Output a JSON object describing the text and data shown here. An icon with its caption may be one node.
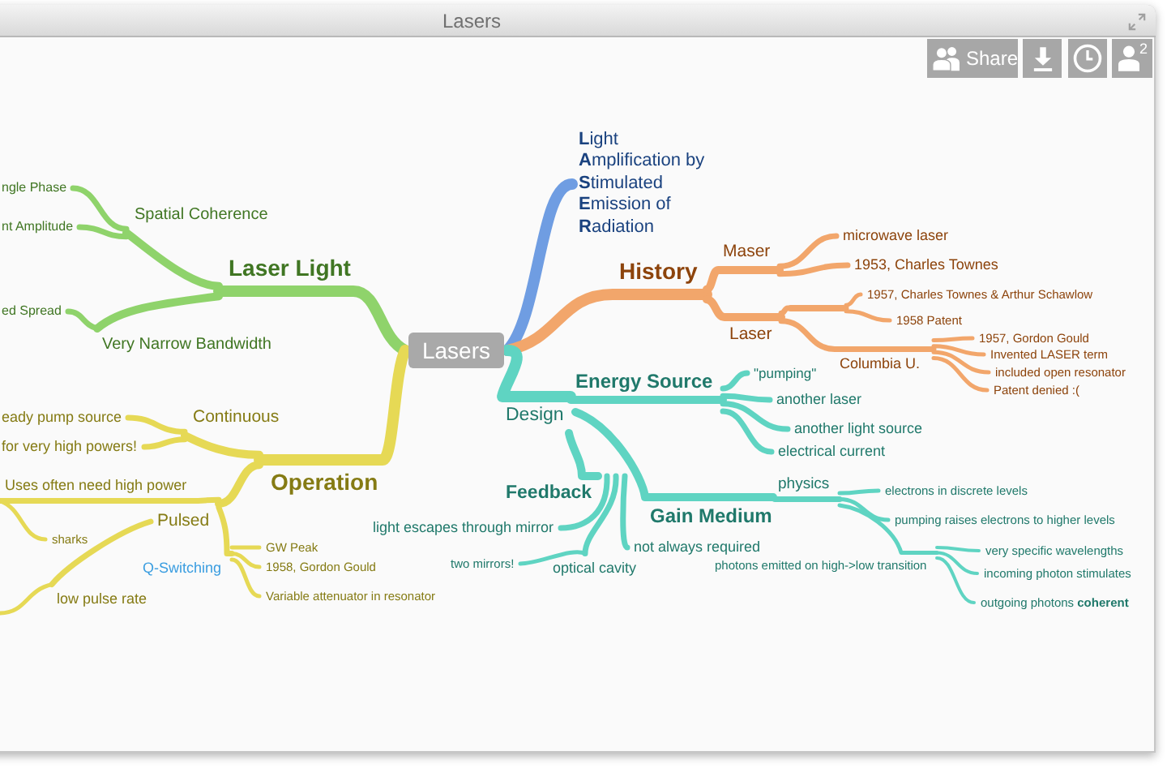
{
  "diagram": {
    "title": "Lasers",
    "nodes": [
      {
        "text": [
          "Lasers"
        ]
      },
      {
        "text": [
          "**L**ight **A**mplification by **S**timulated **E**mission of **R**adiation"
        ]
      },
      {
        "text": [
          "History"
        ]
      },
      {
        "text": [
          "Maser"
        ]
      },
      {
        "text": [
          "microwave laser"
        ]
      },
      {
        "text": [
          "1953, Charles Townes"
        ]
      },
      {
        "text": [
          "Laser"
        ]
      },
      {
        "text": [],
        "shape": "bar"
      },
      {
        "text": [
          "1957, Charles Townes & Arthur Schawlow"
        ]
      },
      {
        "text": [
          "1958 Patent"
        ]
      },
      {
        "text": [
          "Columbia U."
        ]
      },
      {
        "text": [
          "1957, Gordon Gould"
        ]
      },
      {
        "text": [
          "Invented LASER term"
        ]
      },
      {
        "text": [
          "included open resonator"
        ]
      },
      {
        "text": [
          "Patent denied :("
        ]
      },
      {
        "text": [
          "Design"
        ]
      },
      {
        "text": [
          "Energy Source"
        ]
      },
      {
        "text": [
          "\"pumping\""
        ]
      },
      {
        "text": [
          "another laser"
        ]
      },
      {
        "text": [
          "another light source"
        ]
      },
      {
        "text": [
          "electrical current"
        ]
      },
      {
        "text": [
          "Feedback"
        ]
      },
      {
        "text": [
          "light escapes through mirror"
        ]
      },
      {
        "text": [
          "optical cavity"
        ]
      },
      {
        "text": [
          "two mirrors!"
        ]
      },
      {
        "text": [
          "not always required"
        ]
      },
      {
        "text": [
          "Gain Medium"
        ]
      },
      {
        "text": [
          "physics"
        ]
      },
      {
        "text": [
          "electrons in discrete levels"
        ]
      },
      {
        "text": [
          "pumping raises electrons to higher levels"
        ]
      },
      {
        "text": [
          "photons emitted on high->low transition"
        ]
      },
      {
        "text": [
          "very specific wavelengths"
        ]
      },
      {
        "text": [
          "incoming photon stimulates"
        ]
      },
      {
        "text": [
          "outgoing photons **coherent**"
        ]
      },
      {
        "text": [
          "Laser Light"
        ]
      },
      {
        "text": [
          "Spatial Coherence"
        ]
      },
      {
        "text": [
          "ngle Phase"
        ]
      },
      {
        "text": [
          "nt Amplitude"
        ]
      },
      {
        "text": [
          "Very Narrow Bandwidth"
        ]
      },
      {
        "text": [
          "ed Spread"
        ]
      },
      {
        "text": [
          "Operation"
        ]
      },
      {
        "text": [
          "Continuous"
        ]
      },
      {
        "text": [
          "eady pump source"
        ]
      },
      {
        "text": [
          "for very high powers!"
        ]
      },
      {
        "text": [
          "Pulsed"
        ]
      },
      {
        "text": [
          "Uses often need high power"
        ]
      },
      {
        "text": [
          "sharks"
        ]
      },
      {
        "text": [
          "Q-Switching"
        ]
      },
      {
        "text": [
          "GW Peak"
        ]
      },
      {
        "text": [
          "1958, Gordon Gould"
        ]
      },
      {
        "text": [
          "Variable attenuator in resonator"
        ]
      },
      {
        "text": [
          "low pulse rate"
        ]
      }
    ],
    "edges": [
      {
        "from": 0,
        "to": 1,
        "arrow": "none",
        "style": "thick",
        "color": "#6f9de2"
      },
      {
        "from": 0,
        "to": 2,
        "arrow": "none",
        "style": "thick",
        "color": "#f2a66b"
      },
      {
        "from": 2,
        "to": 3,
        "arrow": "none",
        "color": "#f2a66b"
      },
      {
        "from": 3,
        "to": 4,
        "arrow": "none",
        "color": "#f2a66b"
      },
      {
        "from": 3,
        "to": 5,
        "arrow": "none",
        "color": "#f2a66b"
      },
      {
        "from": 2,
        "to": 6,
        "arrow": "none",
        "color": "#f2a66b"
      },
      {
        "from": 6,
        "to": 7,
        "arrow": "none",
        "color": "#f2a66b"
      },
      {
        "from": 7,
        "to": 8,
        "arrow": "none",
        "color": "#f2a66b"
      },
      {
        "from": 7,
        "to": 9,
        "arrow": "none",
        "color": "#f2a66b"
      },
      {
        "from": 6,
        "to": 10,
        "arrow": "none",
        "color": "#f2a66b"
      },
      {
        "from": 10,
        "to": 11,
        "arrow": "none",
        "color": "#f2a66b"
      },
      {
        "from": 10,
        "to": 12,
        "arrow": "none",
        "color": "#f2a66b"
      },
      {
        "from": 10,
        "to": 13,
        "arrow": "none",
        "color": "#f2a66b"
      },
      {
        "from": 10,
        "to": 14,
        "arrow": "none",
        "color": "#f2a66b"
      },
      {
        "from": 0,
        "to": 15,
        "arrow": "none",
        "style": "thick"
      },
      {
        "from": 15,
        "to": 16,
        "arrow": "none"
      },
      {
        "from": 16,
        "to": 17,
        "arrow": "none"
      },
      {
        "from": 16,
        "to": 18,
        "arrow": "none"
      },
      {
        "from": 16,
        "to": 19,
        "arrow": "none"
      },
      {
        "from": 16,
        "to": 20,
        "arrow": "none"
      },
      {
        "from": 15,
        "to": 21,
        "arrow": "none"
      },
      {
        "from": 21,
        "to": 22,
        "arrow": "none"
      },
      {
        "from": 21,
        "to": 23,
        "arrow": "none"
      },
      {
        "from": 23,
        "to": 24,
        "arrow": "none"
      },
      {
        "from": 21,
        "to": 25,
        "arrow": "none"
      },
      {
        "from": 15,
        "to": 26,
        "arrow": "none"
      },
      {
        "from": 26,
        "to": 27,
        "arrow": "none"
      },
      {
        "from": 27,
        "to": 28,
        "arrow": "none"
      },
      {
        "from": 27,
        "to": 29,
        "arrow": "none"
      },
      {
        "from": 27,
        "to": 30,
        "arrow": "none"
      },
      {
        "from": 30,
        "to": 31,
        "arrow": "none"
      },
      {
        "from": 30,
        "to": 32,
        "arrow": "none"
      },
      {
        "from": 30,
        "to": 33,
        "arrow": "none"
      },
      {
        "from": 0,
        "to": 34,
        "arrow": "none",
        "style": "thick",
        "color": "#8fd36b"
      },
      {
        "from": 34,
        "to": 35,
        "arrow": "none",
        "color": "#8fd36b"
      },
      {
        "from": 35,
        "to": 36,
        "arrow": "none",
        "color": "#8fd36b"
      },
      {
        "from": 35,
        "to": 37,
        "arrow": "none",
        "color": "#8fd36b"
      },
      {
        "from": 34,
        "to": 38,
        "arrow": "none",
        "color": "#8fd36b"
      },
      {
        "from": 38,
        "to": 39,
        "arrow": "none",
        "color": "#8fd36b"
      },
      {
        "from": 0,
        "to": 40,
        "arrow": "none",
        "style": "thick",
        "color": "#e6d955"
      },
      {
        "from": 40,
        "to": 41,
        "arrow": "none",
        "color": "#e6d955"
      },
      {
        "from": 41,
        "to": 42,
        "arrow": "none",
        "color": "#e6d955"
      },
      {
        "from": 41,
        "to": 43,
        "arrow": "none",
        "color": "#e6d955"
      },
      {
        "from": 40,
        "to": 44,
        "arrow": "none",
        "color": "#e6d955"
      },
      {
        "from": 44,
        "to": 45,
        "arrow": "none",
        "color": "#e6d955"
      },
      {
        "from": 45,
        "to": 46,
        "arrow": "none",
        "color": "#e6d955"
      },
      {
        "from": 44,
        "to": 47,
        "arrow": "none",
        "color": "#e6d955"
      },
      {
        "from": 47,
        "to": 48,
        "arrow": "none",
        "color": "#e6d955"
      },
      {
        "from": 47,
        "to": 49,
        "arrow": "none",
        "color": "#e6d955"
      },
      {
        "from": 47,
        "to": 50,
        "arrow": "none",
        "color": "#e6d955"
      },
      {
        "from": 44,
        "to": 51,
        "arrow": "none",
        "color": "#e6d955"
      },
      {
        "from": 51,
        "to": null,
        "arrow": "none",
        "color": "#e6d955"
      }
    ],
    "labels": [
      "Share",
      "2"
    ]
  }
}
